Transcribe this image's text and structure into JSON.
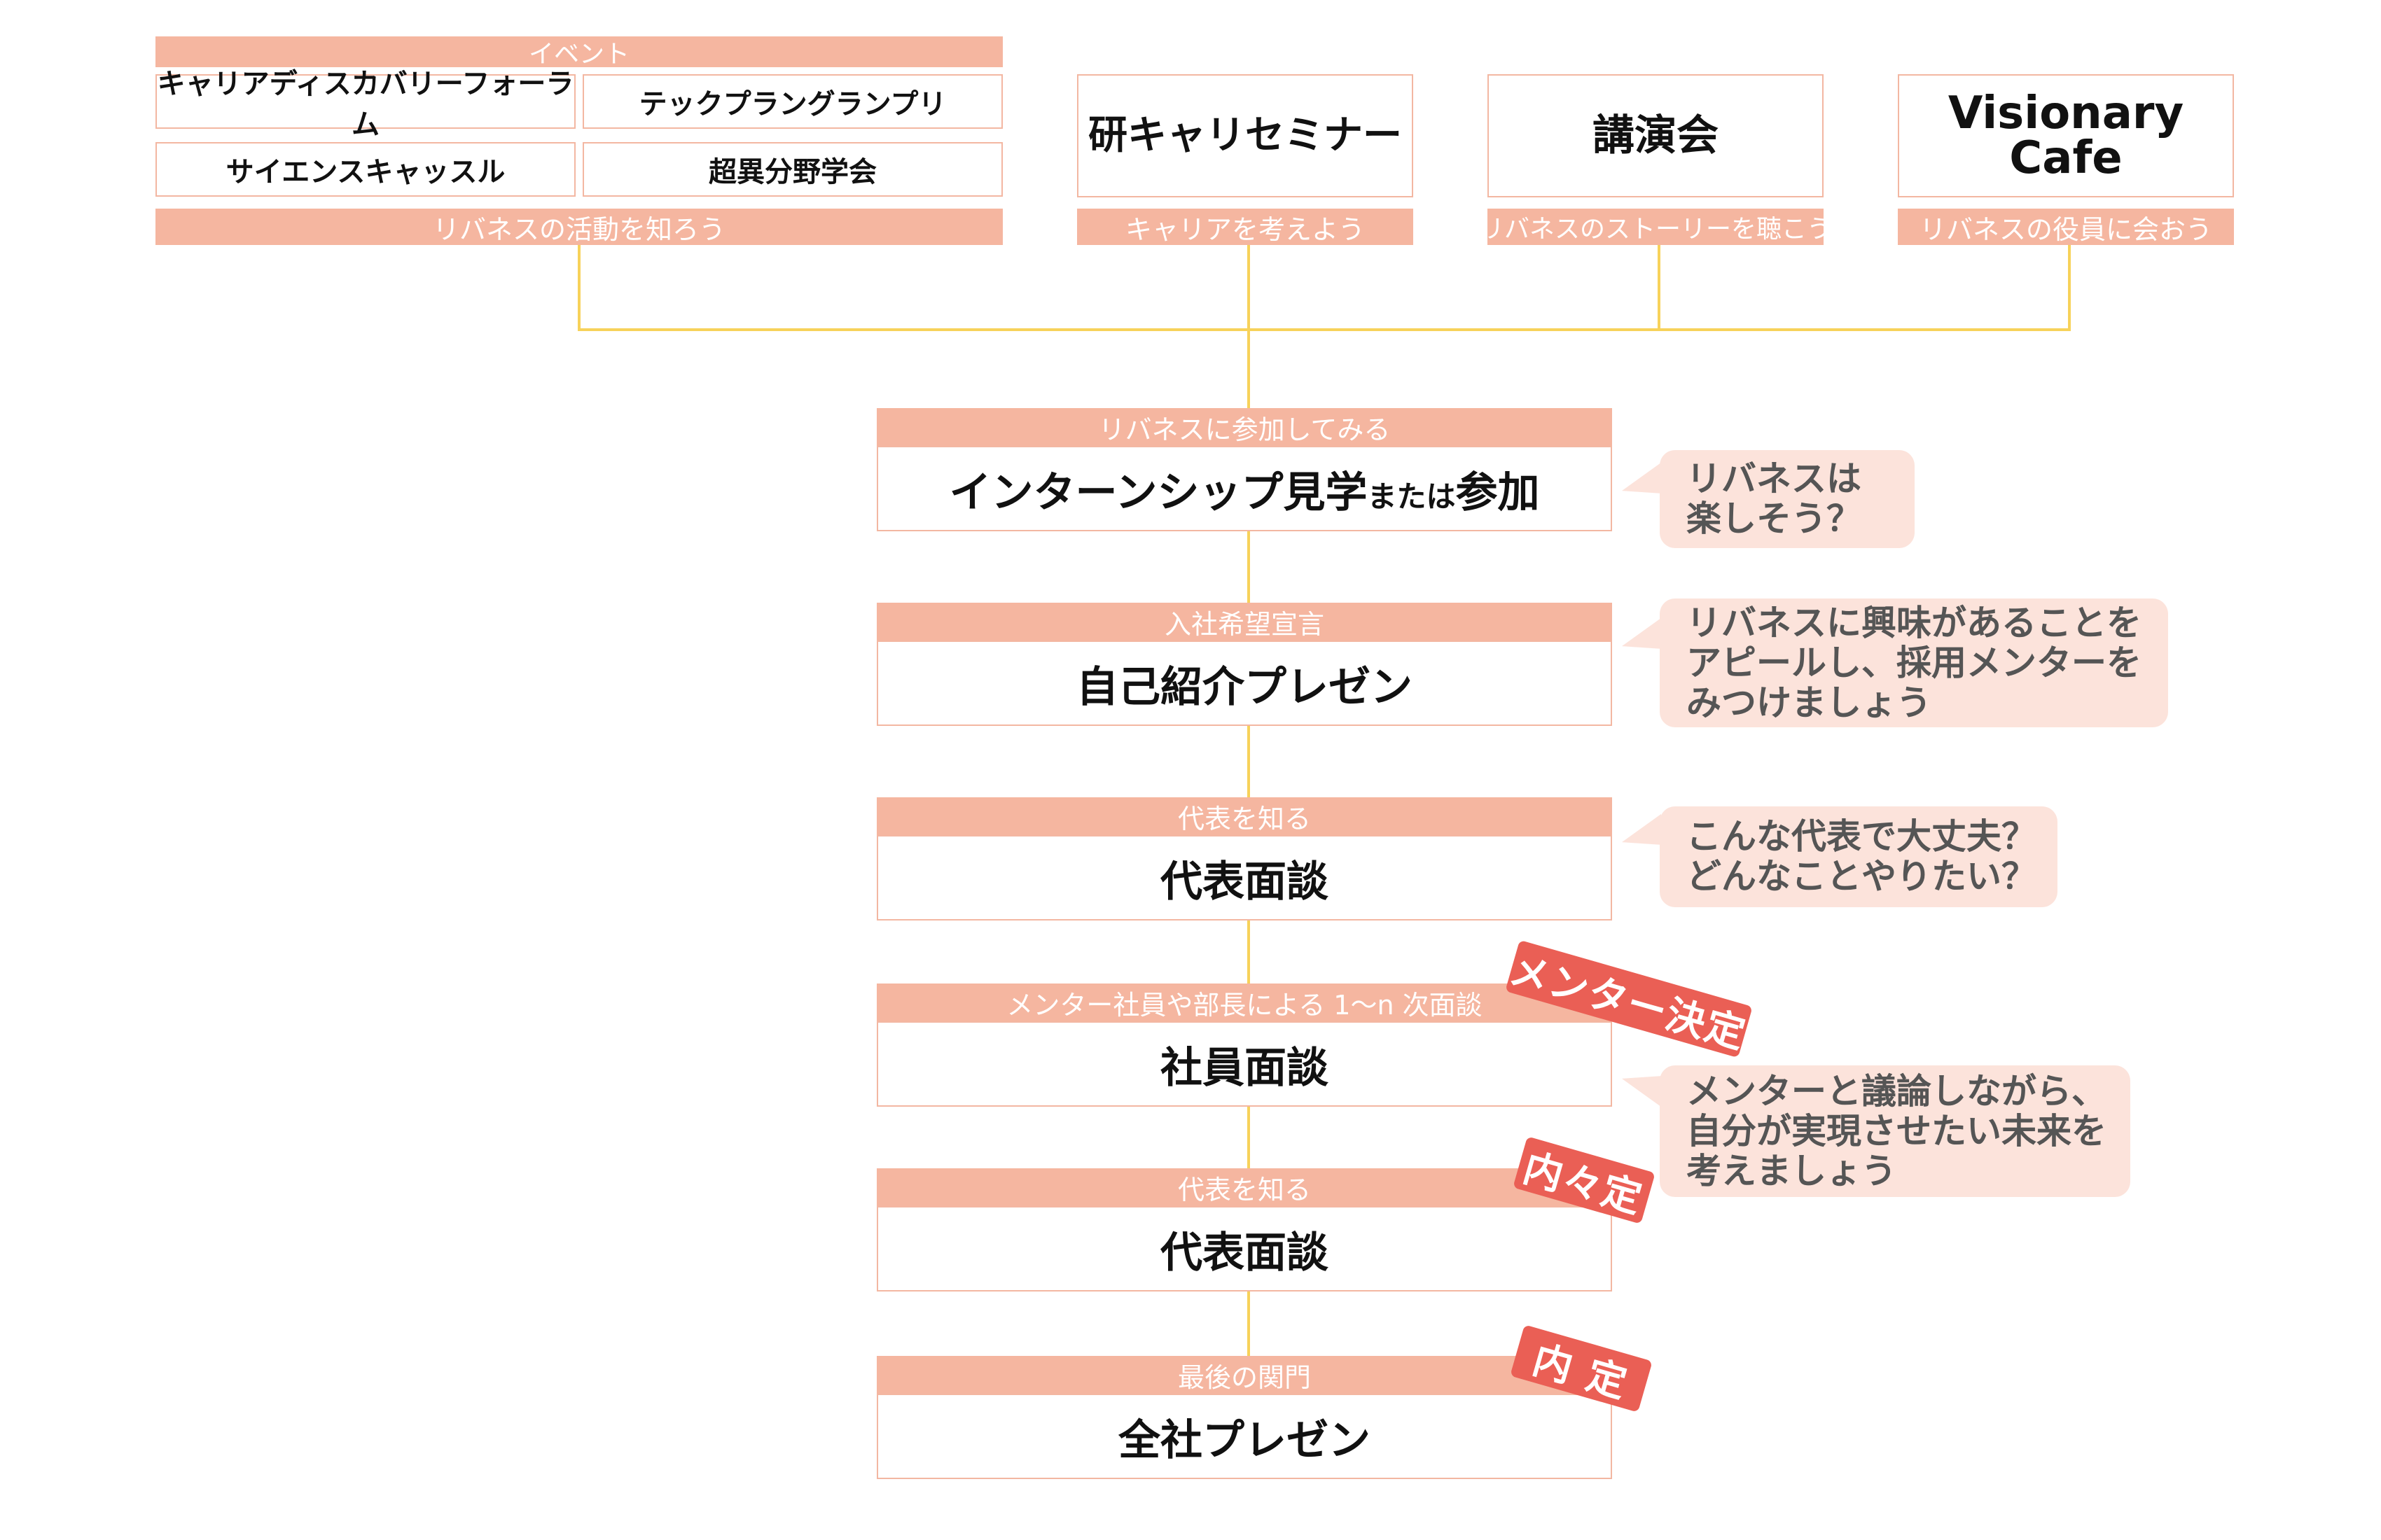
{
  "top": {
    "event_header": "イベント",
    "events": [
      "キャリアディスカバリーフォーラム",
      "テックプラングランプリ",
      "サイエンスキャッスル",
      "超異分野学会"
    ],
    "event_footer": "リバネスの活動を知ろう",
    "seminar": {
      "title": "研キャリセミナー",
      "footer": "キャリアを考えよう"
    },
    "lecture": {
      "title": "講演会",
      "footer": "リバネスのストーリーを聴こう"
    },
    "visionary": {
      "title_line1": "Visionary",
      "title_line2": "Cafe",
      "footer": "リバネスの役員に会おう"
    }
  },
  "steps": [
    {
      "header": "リバネスに参加してみる",
      "title_main1": "インターンシップ見学",
      "title_small": "または",
      "title_main2": "参加"
    },
    {
      "header": "入社希望宣言",
      "title": "自己紹介プレゼン"
    },
    {
      "header": "代表を知る",
      "title": "代表面談"
    },
    {
      "header": "メンター社員や部長による 1〜n 次面談",
      "title": "社員面談"
    },
    {
      "header": "代表を知る",
      "title": "代表面談"
    },
    {
      "header": "最後の関門",
      "title": "全社プレゼン"
    }
  ],
  "bubbles": [
    "リバネスは\n楽しそう？",
    "リバネスに興味があることを\nアピールし、採用メンターを\nみつけましょう",
    "こんな代表で大丈夫？\nどんなことやりたい？",
    "メンターと議論しながら、\n自分が実現させたい未来を\n考えましょう"
  ],
  "stamps": [
    "メンター決定",
    "内々定",
    "内 定"
  ],
  "colors": {
    "box_border": "#f3b7a2",
    "bar": "#f5b6a0",
    "line": "#f7d25a",
    "bubble": "#fce3db",
    "stamp": "#ea5f55"
  }
}
